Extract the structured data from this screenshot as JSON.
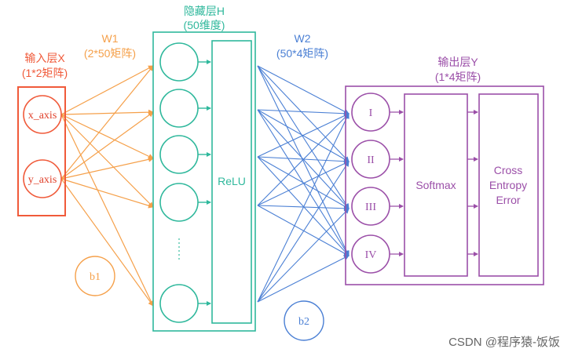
{
  "input_layer": {
    "title": "输入层X",
    "shape": "(1*2矩阵)",
    "nodes": [
      "x_axis",
      "y_axis"
    ],
    "color": "#f05a3a"
  },
  "weights1": {
    "title": "W1",
    "shape": "(2*50矩阵)",
    "color": "#f5a04a"
  },
  "bias1": {
    "label": "b1",
    "color": "#f5a04a"
  },
  "hidden_layer": {
    "title": "隐藏层H",
    "shape": "(50维度)",
    "activation": "ReLU",
    "color": "#2fb89c"
  },
  "weights2": {
    "title": "W2",
    "shape": "(50*4矩阵)",
    "color": "#4a7fd4"
  },
  "bias2": {
    "label": "b2",
    "color": "#4a7fd4"
  },
  "output_layer": {
    "title": "输出层Y",
    "shape": "(1*4矩阵)",
    "nodes": [
      "I",
      "II",
      "III",
      "IV"
    ],
    "softmax": "Softmax",
    "loss": [
      "Cross",
      "Entropy",
      "Error"
    ],
    "color": "#9b4fa8"
  },
  "watermark": "CSDN @程序猿-饭饭"
}
